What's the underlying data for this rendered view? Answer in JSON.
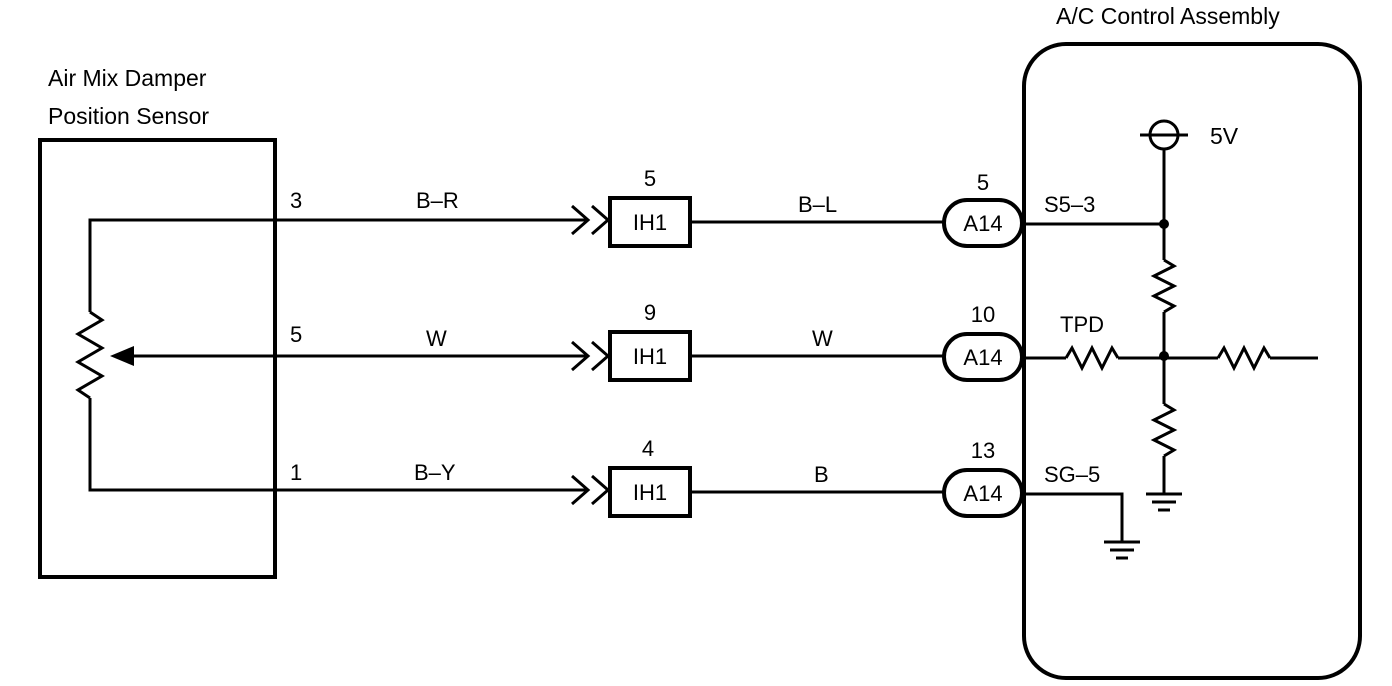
{
  "sensor": {
    "title_line1": "Air Mix Damper",
    "title_line2": "Position Sensor"
  },
  "assembly": {
    "title": "A/C Control Assembly",
    "voltage": "5V"
  },
  "circuits": [
    {
      "sensor_pin": "3",
      "wire_left": "B–R",
      "junction_pin": "5",
      "junction_label": "IH1",
      "wire_right": "B–L",
      "assembly_pin": "5",
      "assembly_connector": "A14",
      "terminal": "S5–3"
    },
    {
      "sensor_pin": "5",
      "wire_left": "W",
      "junction_pin": "9",
      "junction_label": "IH1",
      "wire_right": "W",
      "assembly_pin": "10",
      "assembly_connector": "A14",
      "terminal": "TPD"
    },
    {
      "sensor_pin": "1",
      "wire_left": "B–Y",
      "junction_pin": "4",
      "junction_label": "IH1",
      "wire_right": "B",
      "assembly_pin": "13",
      "assembly_connector": "A14",
      "terminal": "SG–5"
    }
  ]
}
